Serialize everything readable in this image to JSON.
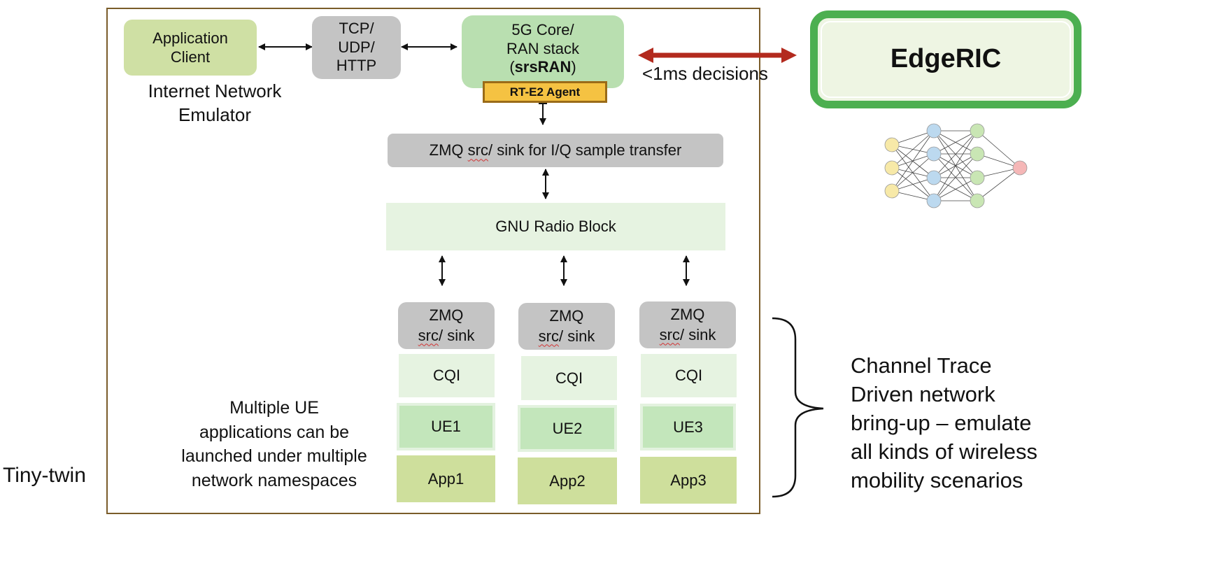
{
  "emulator": {
    "app_client": [
      "Application",
      "Client"
    ],
    "net_emulator_label": [
      "Internet Network",
      "Emulator"
    ],
    "tcp": [
      "TCP/",
      "UDP/",
      "HTTP"
    ],
    "core": {
      "line1": "5G Core/",
      "line2": "RAN stack",
      "open": "(",
      "bold": "srsRAN",
      "close": ")"
    },
    "agent": "RT-E2 Agent",
    "zmq_main": {
      "pre": "ZMQ ",
      "squiggle": "src",
      "post": "/ sink for I/Q sample transfer"
    },
    "gnu": "GNU Radio Block",
    "zmq_ue": {
      "line1": "ZMQ",
      "squiggle": "src",
      "line2_post": "/ sink"
    },
    "cqi": "CQI",
    "ues": [
      "UE1",
      "UE2",
      "UE3"
    ],
    "apps": [
      "App1",
      "App2",
      "App3"
    ],
    "multi_ue_text": [
      "Multiple UE",
      "applications can be",
      "launched under multiple",
      "network namespaces"
    ],
    "tiny_twin": "Tiny-twin"
  },
  "edgeric": {
    "title": "EdgeRIC",
    "decisions": "<1ms decisions"
  },
  "channel_trace_text": [
    "Channel Trace",
    "Driven network",
    "bring-up – emulate",
    "all kinds of wireless",
    "mobility scenarios"
  ],
  "colors": {
    "frame": "#7a5c2a",
    "grey_box": "#c4c4c4",
    "core_green": "#b9dfb0",
    "client_olive": "#cfe0a4",
    "agent_fill": "#f5c242",
    "agent_border": "#9a6b18",
    "red_arrow": "#b32a1e",
    "edgeric_border": "#4caf50",
    "edgeric_fill": "#eef5e3"
  },
  "nn_icon": "neural-network-icon"
}
